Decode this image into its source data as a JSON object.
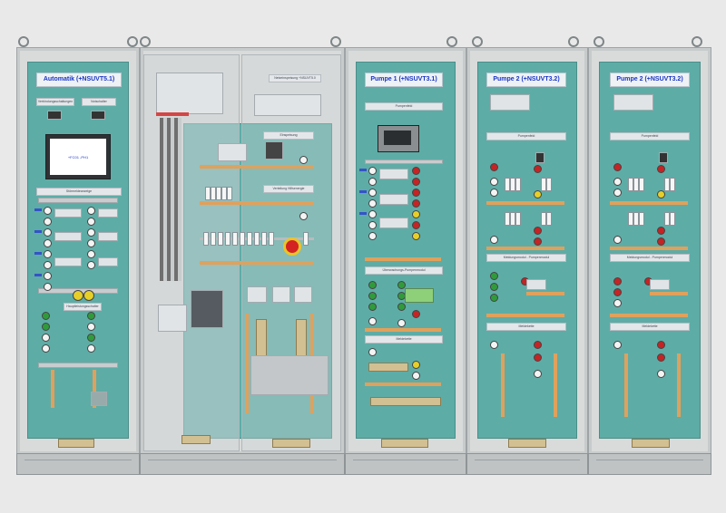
{
  "cabinets": [
    {
      "id": "left",
      "title": "Automatik (+NSUVT5.1)",
      "labels": [
        "Verbindungsschaltungen",
        "Notschalter",
        "Störmeldeanzeige",
        "Hauptleistungsschalter"
      ],
      "screen_label": "+FC01 -PH1"
    },
    {
      "id": "middle",
      "labels": [
        "Netzeinspeisung +NSUVT5.0",
        "Einspeisung",
        "Verteilung Hilfsenergie"
      ]
    },
    {
      "id": "p1",
      "title": "Pumpe 1 (+NSUVT3.1)",
      "labels": [
        "Pumpenfeld",
        "Überwachungs-Pumpenmodul",
        "Meldekette"
      ]
    },
    {
      "id": "p2a",
      "title": "Pumpe 2 (+NSUVT3.2)",
      "labels": [
        "Pumpenfeld",
        "Meldungsmodul - Pumpenmodul",
        "Meldekette"
      ]
    },
    {
      "id": "p2b",
      "title": "Pumpe 2 (+NSUVT3.2)",
      "labels": [
        "Pumpenfeld",
        "Meldungsmodul - Pumpenmodul",
        "Meldekette"
      ]
    }
  ],
  "colors": {
    "panel": "#5eaca6",
    "frame": "#d9dbdb",
    "title_text": "#1a35c7",
    "button_red": "#c52424",
    "button_green": "#2f9b3b",
    "button_yellow": "#e7cf2a",
    "duct_orange": "#e0a15c"
  }
}
